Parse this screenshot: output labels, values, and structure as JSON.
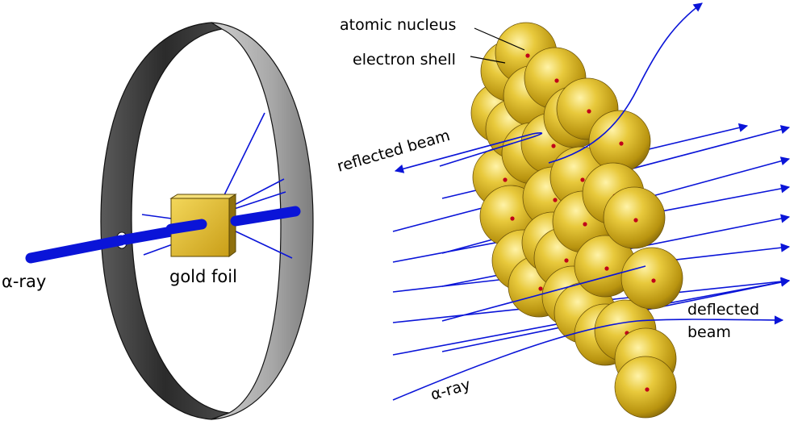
{
  "labels": {
    "alpha_ray_left": "α-ray",
    "gold_foil": "gold foil",
    "atomic_nucleus": "atomic nucleus",
    "electron_shell": "electron shell",
    "reflected_beam": "reflected beam",
    "deflected_beam_line1": "deflected",
    "deflected_beam_line2": "beam",
    "alpha_ray_right": "α-ray"
  },
  "colors": {
    "beam": "#0a14d8",
    "gold_atom": "#d9b52a",
    "gold_atom_highlight": "#f4e27a",
    "gold_atom_shadow": "#8a6c0e",
    "nucleus": "#c0001a",
    "screen_dark": "#3a3a3a",
    "screen_light": "#b9b9b9",
    "foil": "#e1bd2b"
  }
}
